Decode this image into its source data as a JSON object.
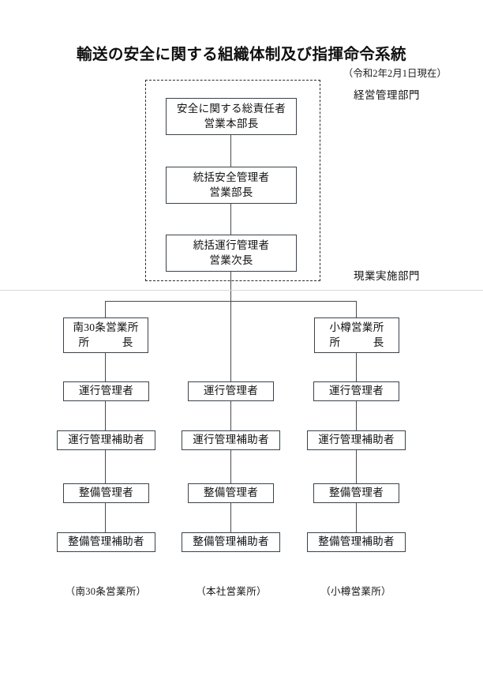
{
  "document": {
    "title": "輸送の安全に関する組織体制及び指揮命令系統",
    "date_note": "（令和2年2月1日現在）"
  },
  "sections": {
    "management_label": "経営管理部門",
    "field_label": "現業実施部門"
  },
  "management_chain": [
    {
      "role": "安全に関する総責任者",
      "position": "営業本部長"
    },
    {
      "role": "統括安全管理者",
      "position": "営業部長"
    },
    {
      "role": "統括運行管理者",
      "position": "営業次長"
    }
  ],
  "branches": [
    {
      "office_name": "南30条営業所",
      "office_title": "所　　　長",
      "has_office_box": true,
      "caption": "（南30条営業所）",
      "nodes": [
        "運行管理者",
        "運行管理補助者",
        "整備管理者",
        "整備管理補助者"
      ]
    },
    {
      "office_name": "",
      "office_title": "",
      "has_office_box": false,
      "caption": "（本社営業所）",
      "nodes": [
        "運行管理者",
        "運行管理補助者",
        "整備管理者",
        "整備管理補助者"
      ]
    },
    {
      "office_name": "小樽営業所",
      "office_title": "所　　　長",
      "has_office_box": true,
      "caption": "（小樽営業所）",
      "nodes": [
        "運行管理者",
        "運行管理補助者",
        "整備管理者",
        "整備管理補助者"
      ]
    }
  ],
  "colors": {
    "box_border": "#39434b",
    "connector": "#4a4a4a",
    "dashed_border": "#2b2b2b",
    "divider_rule": "#d8d8d8",
    "text": "#111111",
    "background": "#ffffff"
  }
}
